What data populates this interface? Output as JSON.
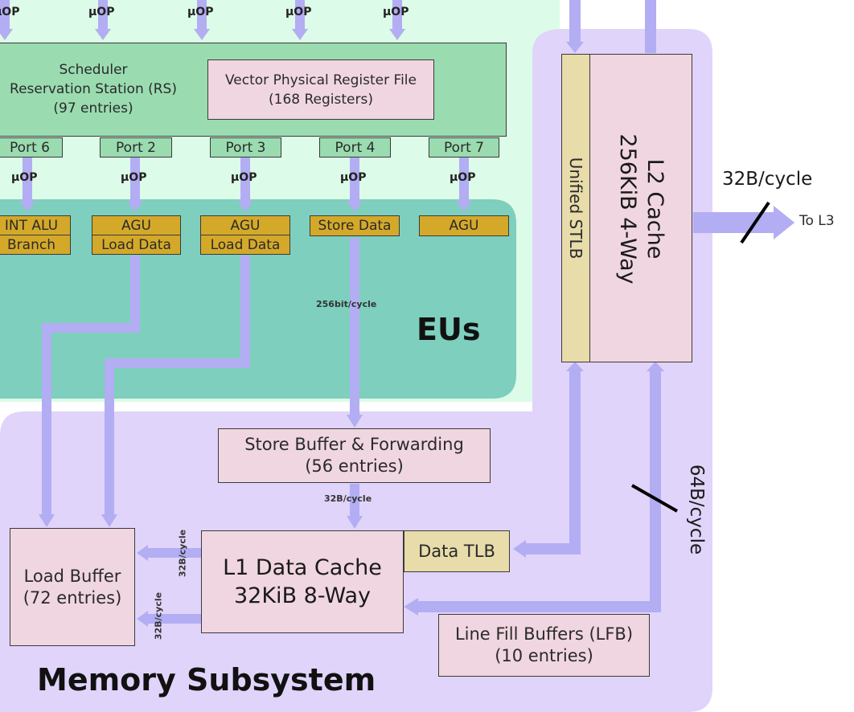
{
  "uop_label": "μOP",
  "scheduler": {
    "line1": "Scheduler",
    "line2": "Reservation Station (RS)",
    "line3": "(97 entries)"
  },
  "vector_prf": {
    "line1": "Vector Physical Register File",
    "line2": "(168 Registers)"
  },
  "ports": [
    {
      "label": "Port 6"
    },
    {
      "label": "Port 2"
    },
    {
      "label": "Port 3"
    },
    {
      "label": "Port 4"
    },
    {
      "label": "Port 7"
    }
  ],
  "units": {
    "port6_top": "INT ALU",
    "port6_bottom": "Branch",
    "port2_top": "AGU",
    "port2_bottom": "Load Data",
    "port3_top": "AGU",
    "port3_bottom": "Load Data",
    "port4": "Store Data",
    "port7": "AGU"
  },
  "eus_label": "EUs",
  "memory_subsystem_label": "Memory Subsystem",
  "store_data_bw": "256bit/cycle",
  "store_buffer": {
    "line1": "Store Buffer & Forwarding",
    "line2": "(56 entries)"
  },
  "sb_to_l1_bw": "32B/cycle",
  "l1_cache": {
    "line1": "L1 Data Cache",
    "line2": "32KiB 8-Way"
  },
  "data_tlb": "Data TLB",
  "load_buffer": {
    "line1": "Load Buffer",
    "line2": "(72 entries)"
  },
  "l1_to_lb_bw_1": "32B/cycle",
  "l1_to_lb_bw_2": "32B/cycle",
  "lfb": {
    "line1": "Line Fill Buffers (LFB)",
    "line2": "(10 entries)"
  },
  "stlb": "Unified STLB",
  "l2_cache": {
    "line1": "L2 Cache",
    "line2": "256KiB 4-Way"
  },
  "l2_to_l3_bw": "32B/cycle",
  "to_l3": "To L3",
  "l2_l1_bw": "64B/cycle",
  "colors": {
    "arrow": "#b3adf3",
    "scheduler_region": "#dcfbe8",
    "eus_region": "#7ecfbd",
    "memory_region": "#e0d4fa",
    "scheduler_box": "#9adcb0",
    "unit": "#d4a92a",
    "pink_box": "#f0d6e0",
    "tan_box": "#e7dcaa"
  }
}
